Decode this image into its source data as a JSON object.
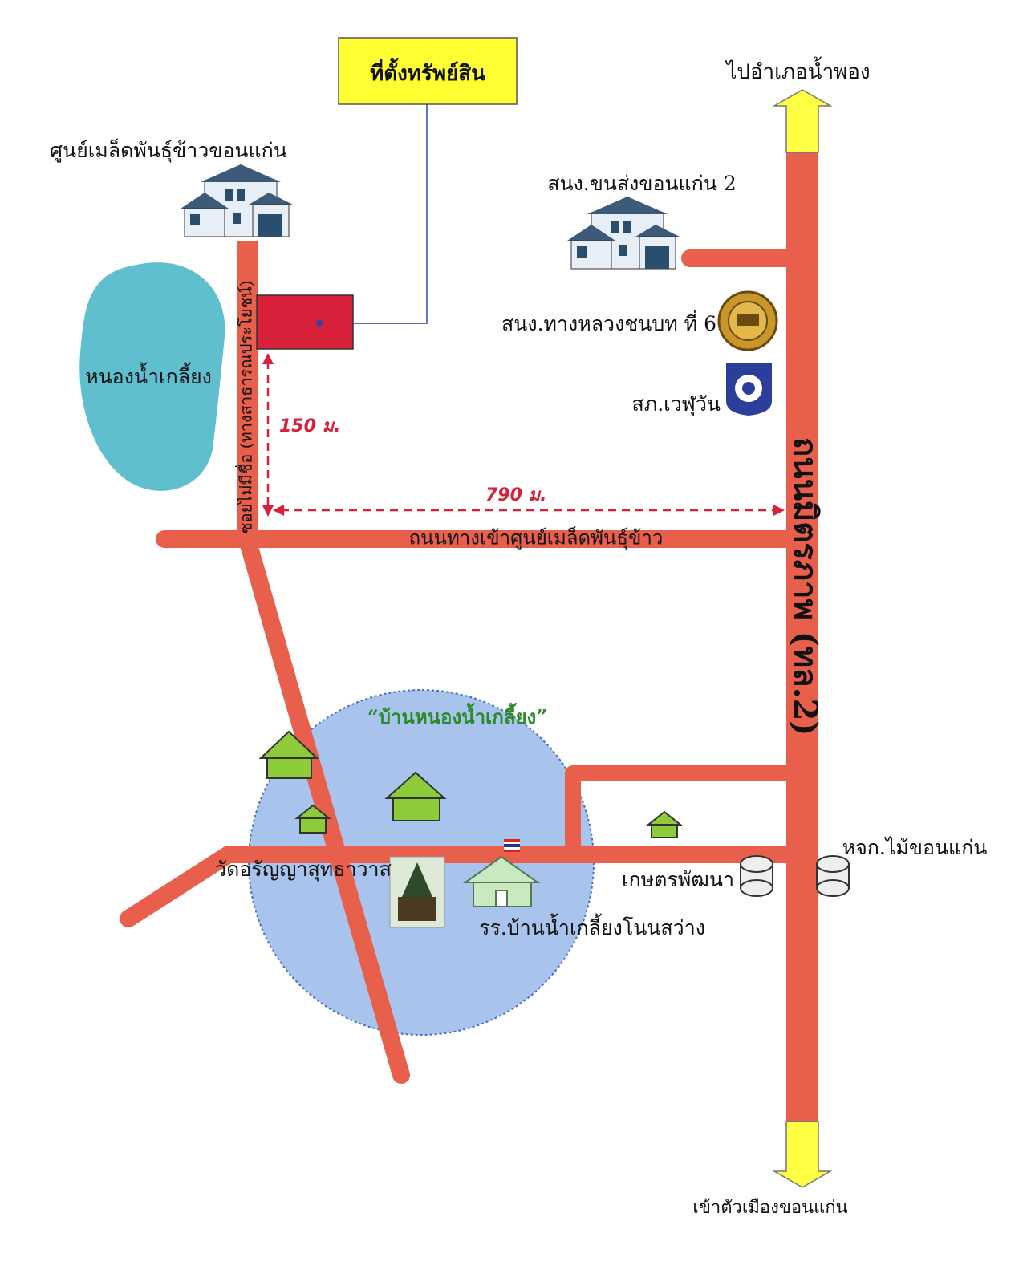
{
  "title": "ที่ตั้งทรัพย์สิน",
  "directions": {
    "north": "ไปอำเภอน้ำพอง",
    "south": "เข้าตัวเมืองขอนแก่น"
  },
  "roads": {
    "main_highway": "ถนนมิตรภาพ (ทล.2)",
    "access_road": "ถนนทางเข้าศูนย์เมล็ดพันธุ์ข้าว",
    "side_soi": "ซอยไม่มีชื่อ (ทางสาธารณประโยชน์)"
  },
  "distances": {
    "vertical": "150 ม.",
    "horizontal": "790 ม."
  },
  "landmarks": {
    "rice_seed_center": "ศูนย์เมล็ดพันธุ์ข้าวขอนแก่น",
    "transport_office": "สนง.ขนส่งขอนแก่น 2",
    "rural_roads_office": "สนง.ทางหลวงชนบท ที่ 6",
    "police_station": "สภ.เวฬุวัน",
    "pond": "หนองน้ำเกลี้ยง",
    "village": "“บ้านหนองน้ำเกลี้ยง”",
    "temple": "วัดอรัญญาสุทธาวาส",
    "school": "รร.บ้านน้ำเกลี้ยงโนนสว่าง",
    "kaset_pattana": "เกษตรพัฒนา",
    "timber_company": "หจก.ไม้ขอนแก่น"
  },
  "colors": {
    "road": "#e8604c",
    "property": "#d9203a",
    "title_bg": "#ffff33",
    "pond": "#5fbfcf",
    "village": "#a8c4ec",
    "arrow": "#ffff44",
    "dimension": "#d9203a"
  }
}
